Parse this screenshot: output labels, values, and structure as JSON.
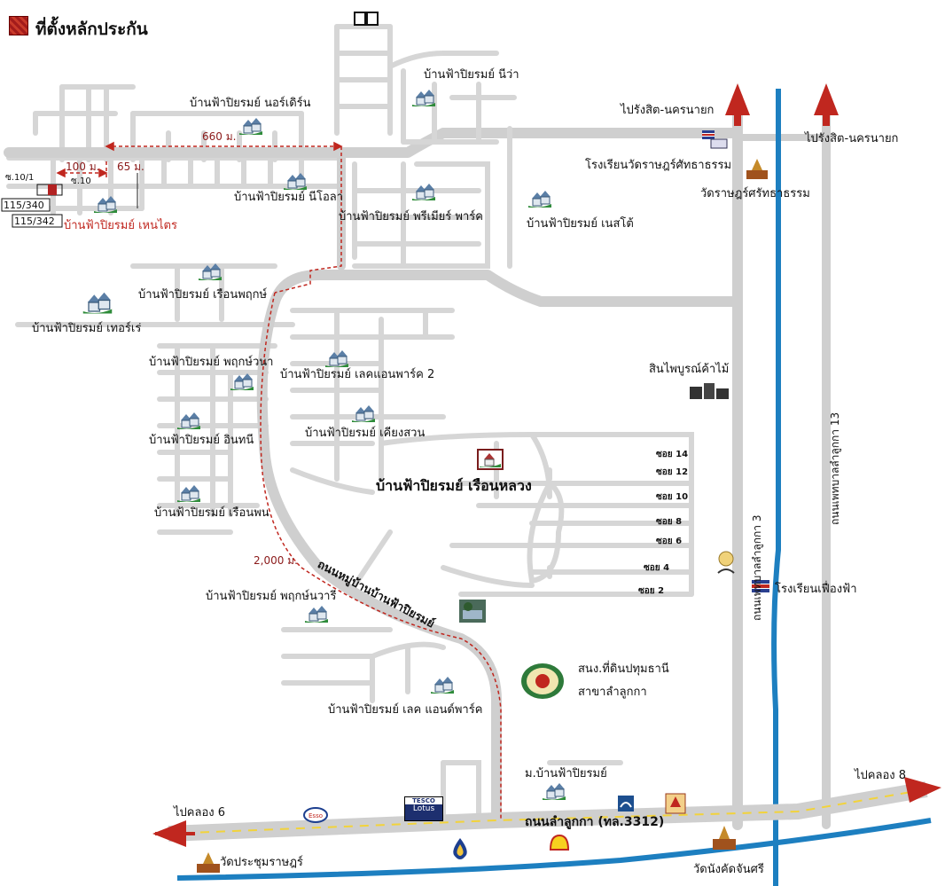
{
  "legend": {
    "label": "ที่ตั้งหลักประกัน",
    "color": "#b22222"
  },
  "colors": {
    "road": "#cfcfcf",
    "canal": "#1d7fc0",
    "main_road_line": "#f2d33b",
    "arrow": "#c0271f",
    "dashed_route": "#c0271f"
  },
  "villages": {
    "neva": "บ้านฟ้าปิยรมย์ นีว่า",
    "northern": "บ้านฟ้าปิยรมย์ นอร์เดิร์น",
    "nilo": "บ้านฟ้าปิยรมย์ นีโอลา",
    "premier": "บ้านฟ้าปิยรมย์ พรีเมียร์ พาร์ค",
    "nesto": "บ้านฟ้าปิยรมย์ เนสโต้",
    "hentri": "บ้านฟ้าปิยรมย์ เหนไตร",
    "ruanpruk": "บ้านฟ้าปิยรมย์ เรือนพฤกษ์",
    "terrace": "บ้านฟ้าปิยรมย์ เทอร์เร่",
    "pruksawana": "บ้านฟ้าปิยรมย์ พฤกษ์วนา",
    "lakepark2": "บ้านฟ้าปิยรมย์ เลคแอนพาร์ค 2",
    "inthi": "บ้านฟ้าปิยรมย์ อินทนี",
    "kiengsuan": "บ้านฟ้าปิยรมย์ เคียงสวน",
    "ruanluang": "บ้านฟ้าปิยรมย์ เรือนหลวง",
    "ruanphon": "บ้านฟ้าปิยรมย์ เรือนพน",
    "pruksawaree": "บ้านฟ้าปิยรมย์ พฤกษ์นวารี",
    "lakepark": "บ้านฟ้าปิยรมย์ เลค แอนด์พาร์ค",
    "moo": "ม.บ้านฟ้าปิยรมย์"
  },
  "places": {
    "to_rangsit_1": "ไปรังสิต-นครนายก",
    "to_rangsit_2": "ไปรังสิต-นครนายก",
    "school_watrat": "โรงเรียนวัดราษฎร์ศัทธาธรรม",
    "wat_rat": "วัดราษฎร์ศรัทธาธรรม",
    "sin_paiboon": "สินไพบูรณ์ค้าไม้",
    "school_fuengfa": "โรงเรียนเฟื่องฟ้า",
    "land_office_1": "สนง.ที่ดินปทุมธานี",
    "land_office_2": "สาขาลำลูกกา",
    "to_klong8": "ไปคลอง 8",
    "to_klong6": "ไปคลอง 6",
    "wat_prachum": "วัดประชุมราษฎร์",
    "wat_nangkat": "วัดนังคัดจันศรี",
    "tesco_1": "TESCO",
    "tesco_2": "Lotus",
    "esso": "Esso"
  },
  "roads": {
    "main_road": "ถนนลำลูกกา (ทล.3312)",
    "village_road": "ถนนหมู่บ้านบ้านฟ้าปิยรมย์",
    "road_lamlukka3": "ถนนเพทบาลลำลูกกา 3",
    "road_lamlukka13": "ถนนเพทบาลลำลูกกา 13"
  },
  "sois": [
    "ซอย 14",
    "ซอย 12",
    "ซอย 10",
    "ซอย 8",
    "ซอย 6",
    "ซอย 4",
    "ซอย 2"
  ],
  "measurements": {
    "m660": "660 ม.",
    "m100": "100 ม.",
    "m65": "65 ม.",
    "m2000": "2,000 ม."
  },
  "lots": {
    "moo10_1": "ซ.10/1",
    "moo10": "ซ.10",
    "lot1": "115/340",
    "lot2": "115/342"
  }
}
